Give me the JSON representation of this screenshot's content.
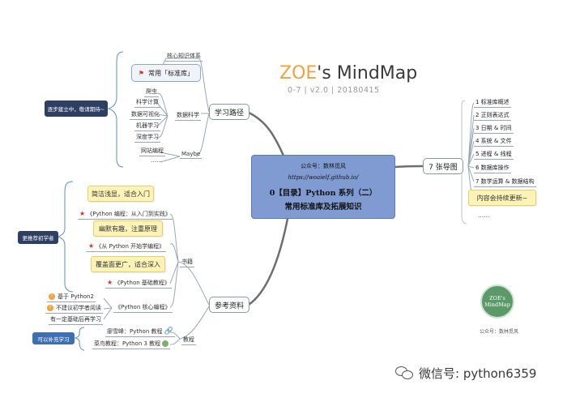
{
  "header": {
    "title_zoe": "ZOE",
    "title_rest": "'s MindMap",
    "subtitle": "0-7 | v2.0 | 20180415"
  },
  "central": {
    "line1": "公众号：数林觅风",
    "line2": "https://woaielf.github.io/",
    "line3": "0【目录】Python 系列（二）",
    "line4": "常用标准库及拓展知识"
  },
  "branch_learning": {
    "label": "学习路径",
    "core": "核心知识体系",
    "common_lib": "常用「标准库」",
    "data_science": "数据科学",
    "data_items": [
      "爬虫",
      "科学计算",
      "数据可视化",
      "机器学习",
      "深度学习"
    ],
    "web_dev": "网站编程",
    "dots": "……",
    "maybe": "Maybe",
    "note": "逐步建立中，敬请期待~"
  },
  "branch_refs": {
    "label": "参考资料",
    "books": "书籍",
    "tutorials": "教程",
    "yellow_notes": [
      "简洁浅显，适合入门",
      "幽默有趣，注重原理",
      "覆盖面更广，适合深入"
    ],
    "book_titles": [
      "《Python 编程：从入门到实践》",
      "《从 Python 开始学编程》",
      "《Python 基础教程》",
      "《Python 核心编程》"
    ],
    "recommend_tag": "更推荐初学者",
    "core_notes": [
      "基于 Python2",
      "不建议初学者阅读",
      "有一定基础后再学习"
    ],
    "tutorial_items": [
      "廖雪峰：Python 教程",
      "菜鸟教程：Python 3 教程"
    ],
    "supplement_tag": "可以补充学习"
  },
  "branch_mindmap": {
    "label": "7 张导图",
    "items": [
      "1 标准库概述",
      "2 正则表达式",
      "3 日期 & 时间",
      "4 系统 & 文件",
      "5 进程 & 线程",
      "6 数据库操作",
      "7 数学运算 & 数据结构"
    ],
    "more": "内容会持续更新~",
    "dots": "……"
  },
  "logo": {
    "line1": "ZOE's",
    "line2": "MindMap",
    "caption": "公众号：数林觅风"
  },
  "watermark": {
    "text": "微信号: python6359"
  },
  "colors": {
    "central_fill": "#7f9bd2",
    "tag_fill": "#2f3f64",
    "note_fill": "#fdf3b7",
    "logo_green": "#5b9a68",
    "zoe_orange": "#f0a33a"
  }
}
